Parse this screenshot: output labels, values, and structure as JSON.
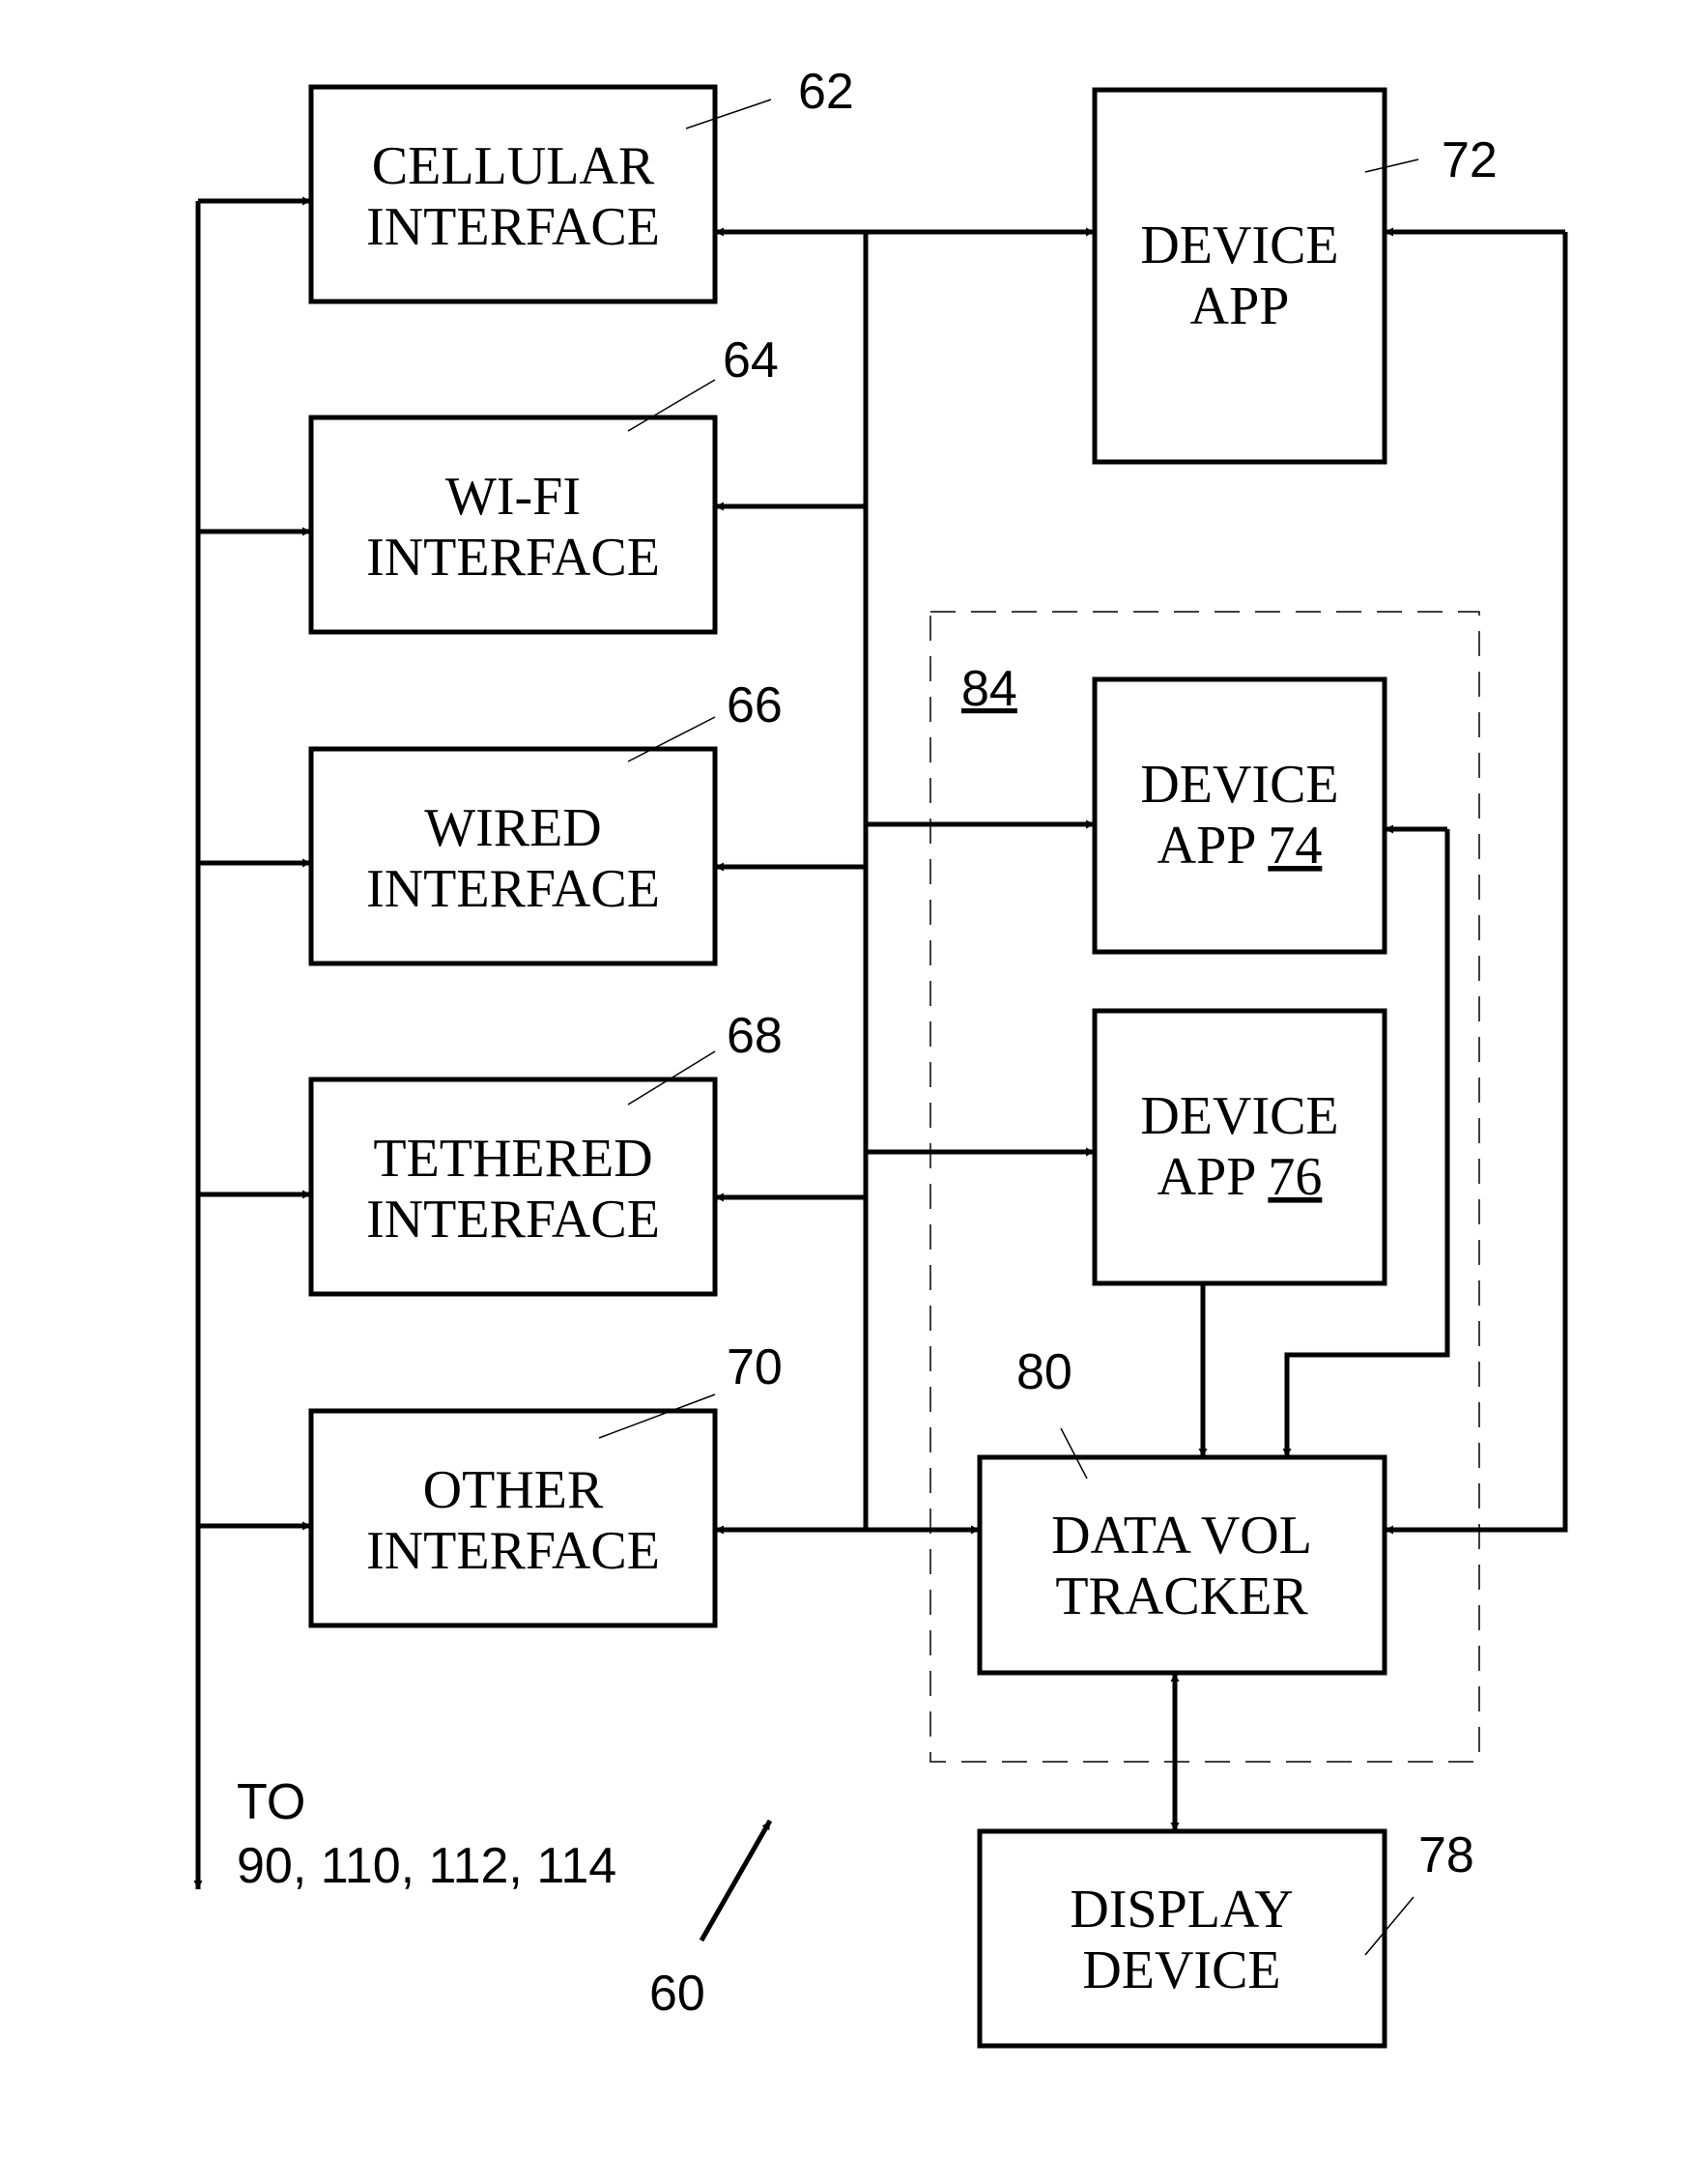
{
  "boxes": {
    "cellular": {
      "line1": "CELLULAR",
      "line2": "INTERFACE",
      "ref": "62"
    },
    "wifi": {
      "line1": "WI-FI",
      "line2": "INTERFACE",
      "ref": "64"
    },
    "wired": {
      "line1": "WIRED",
      "line2": "INTERFACE",
      "ref": "66"
    },
    "tethered": {
      "line1": "TETHERED",
      "line2": "INTERFACE",
      "ref": "68"
    },
    "other": {
      "line1": "OTHER",
      "line2": "INTERFACE",
      "ref": "70"
    },
    "device_app": {
      "line1": "DEVICE",
      "line2": "APP",
      "ref": "72"
    },
    "device_app_74": {
      "line1": "DEVICE",
      "line2_prefix": "APP ",
      "line2_ref": "74"
    },
    "device_app_76": {
      "line1": "DEVICE",
      "line2_prefix": "APP ",
      "line2_ref": "76"
    },
    "tracker": {
      "line1": "DATA VOL",
      "line2": "TRACKER",
      "ref": "80"
    },
    "display": {
      "line1": "DISPLAY",
      "line2": "DEVICE",
      "ref": "78"
    }
  },
  "group_label": "84",
  "output": {
    "line1": "TO",
    "line2": "90, 110, 112, 114"
  },
  "figure_ref": "60"
}
